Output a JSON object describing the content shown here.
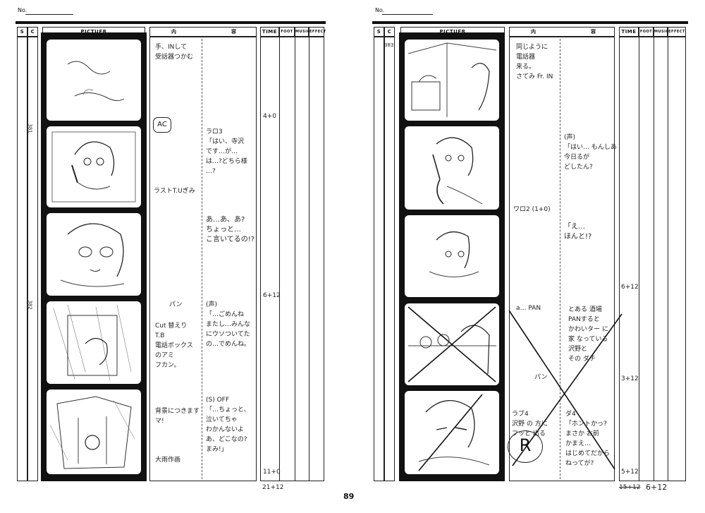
{
  "page_number": "89",
  "headers": {
    "no": "No.",
    "s": "S",
    "c": "C",
    "picture": "PICTUER",
    "content_a": "内",
    "content_b": "容",
    "time": "TIME",
    "foot": "FOOT",
    "music": "MUSIC",
    "effect": "EFFECT"
  },
  "left_page": {
    "scene_numbers": [
      "381",
      "382"
    ],
    "action_notes": [
      "手、INして\n受話器つかむ",
      "AC",
      "ラストT.Uぎみ",
      "Cut 替えり\nT.B\n電話ボックス\nのアミ\nフカン。",
      "背景につきます\nマ!",
      "大雨作画"
    ],
    "dialogue_notes": [
      "ラロ3\n「はい、寺沢\nです…が…\nは…?どちら様\n…?",
      "あ…あ、あ?\nちょっと…\nこ言いてるの!?",
      "(声)\n「…ごめんね\nまたし…みんな\nにウソついてた\nの…でめんね。",
      "(S) OFF\n「…ちょっと、\n泣いてちゃ\nわかんないよ\nあ、どこなの?\nまみ!」"
    ],
    "pan_mark": "パン",
    "times": [
      "4+0",
      "6+12",
      "11+0"
    ],
    "bottom_total": "21+12"
  },
  "right_page": {
    "scene_numbers": [
      "383"
    ],
    "action_notes": [
      "同じように\n電話器\n来る。\nさてみ Fr. IN",
      "ワロ2 (1+0)",
      "a… PAN",
      "ラブ4\n沢野 の 方に\nフッと 出る"
    ],
    "dialogue_notes": [
      "(声)\n「はい… もんしあ\n今日るが\nどしたん?",
      "「え…\nほんと!?",
      "とある 酒場\nPANすると\nかわいター に\n家 なっている\n沢野と\nその ダチ",
      "ダ4\n「ホントかっ?\nまさか お前\nかまえ…\nはじめてだから\nねってが?"
    ],
    "pan_mark": "パン",
    "retake_mark": "R",
    "times": [
      "6+12",
      "3+12",
      "5+12"
    ],
    "bottom_struck": "15+12",
    "bottom_total": "6+12"
  }
}
